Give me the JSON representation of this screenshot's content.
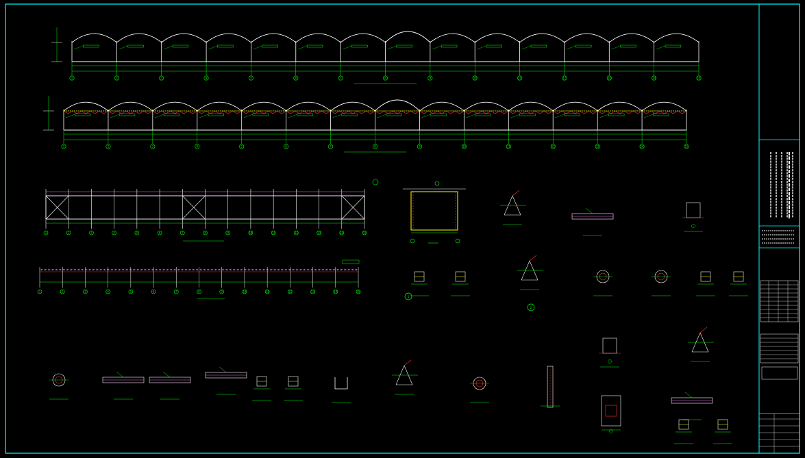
{
  "colors": {
    "background": "#000000",
    "frame": "#00ffff",
    "dimension": "#ffffff",
    "grid_green": "#00ff00",
    "steel_red": "#ff3333",
    "magenta": "#ff66ff",
    "yellow": "#ffff00"
  },
  "elevation_1": {
    "grid_axes": [
      "1",
      "2",
      "3",
      "4",
      "5",
      "6",
      "7",
      "8",
      "9",
      "10",
      "11",
      "12",
      "13",
      "14",
      "15"
    ]
  },
  "elevation_2": {
    "grid_axes": [
      "1",
      "2",
      "3",
      "4",
      "5",
      "6",
      "7",
      "8",
      "9",
      "10",
      "11",
      "12",
      "13",
      "14",
      "15"
    ]
  },
  "plan_view": {
    "grid_axes": [
      "1",
      "2",
      "3",
      "4",
      "5",
      "6",
      "7",
      "8",
      "9",
      "10",
      "11",
      "12",
      "13",
      "14",
      "15"
    ]
  },
  "roof_plan": {
    "grid_axes": [
      "1",
      "2",
      "3",
      "4",
      "5",
      "6",
      "7",
      "8",
      "9",
      "10",
      "11",
      "12",
      "13",
      "14",
      "15"
    ]
  },
  "details": {
    "callout_1": "1",
    "callout_2": "2"
  }
}
